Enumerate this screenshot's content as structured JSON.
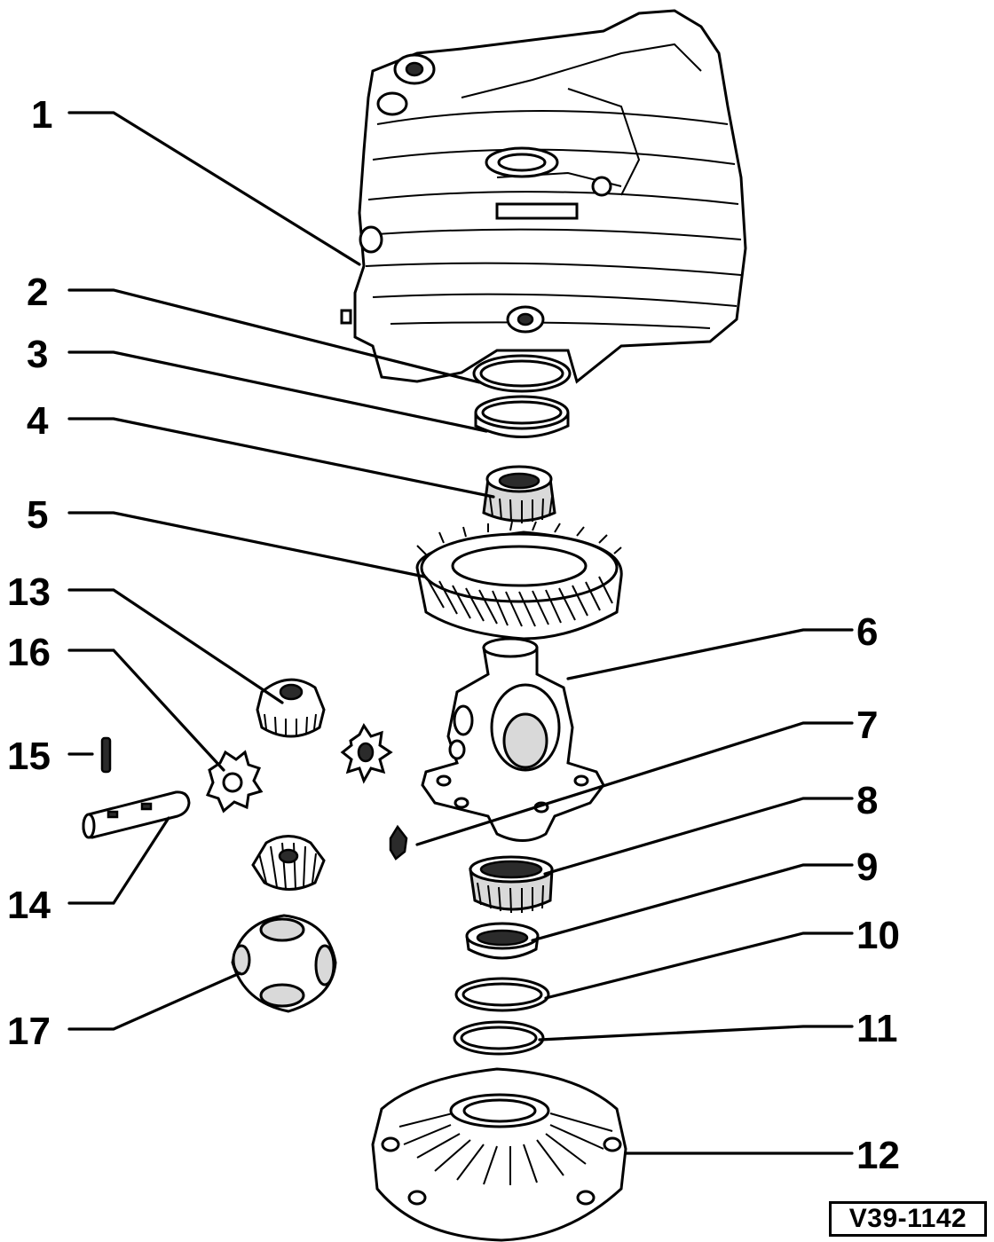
{
  "figure": {
    "reference_code": "V39-1142",
    "callouts": [
      {
        "id": "1",
        "label": "1"
      },
      {
        "id": "2",
        "label": "2"
      },
      {
        "id": "3",
        "label": "3"
      },
      {
        "id": "4",
        "label": "4"
      },
      {
        "id": "5",
        "label": "5"
      },
      {
        "id": "6",
        "label": "6"
      },
      {
        "id": "7",
        "label": "7"
      },
      {
        "id": "8",
        "label": "8"
      },
      {
        "id": "9",
        "label": "9"
      },
      {
        "id": "10",
        "label": "10"
      },
      {
        "id": "11",
        "label": "11"
      },
      {
        "id": "12",
        "label": "12"
      },
      {
        "id": "13",
        "label": "13"
      },
      {
        "id": "14",
        "label": "14"
      },
      {
        "id": "15",
        "label": "15"
      },
      {
        "id": "16",
        "label": "16"
      },
      {
        "id": "17",
        "label": "17"
      }
    ]
  },
  "colors": {
    "ink": "#000000",
    "paper": "#ffffff"
  }
}
